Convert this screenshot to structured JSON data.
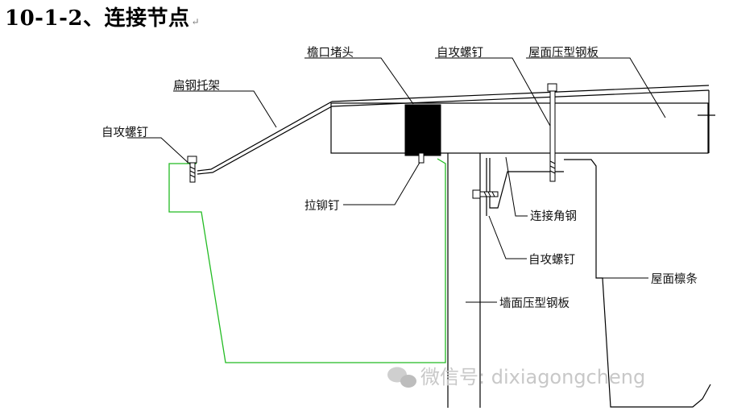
{
  "heading": {
    "text": "10-1-2、连接节点",
    "mark": "↵"
  },
  "labels": {
    "eave_plug": "檐口堵头",
    "self_tap_screw_top": "自攻螺钉",
    "roof_panel": "屋面压型钢板",
    "flat_steel_bracket": "扁钢托架",
    "self_tap_screw_left": "自攻螺钉",
    "blind_rivet": "拉铆钉",
    "connecting_angle": "连接角钢",
    "self_tap_screw_mid": "自攻螺钉",
    "roof_purlin": "屋面檩条",
    "wall_panel": "墙面压型钢板"
  },
  "watermark": {
    "text": "微信号: dixiagongcheng"
  },
  "colors": {
    "line": "#000000",
    "gutter": "#22bb22",
    "watermark": "#c8c8c8"
  }
}
